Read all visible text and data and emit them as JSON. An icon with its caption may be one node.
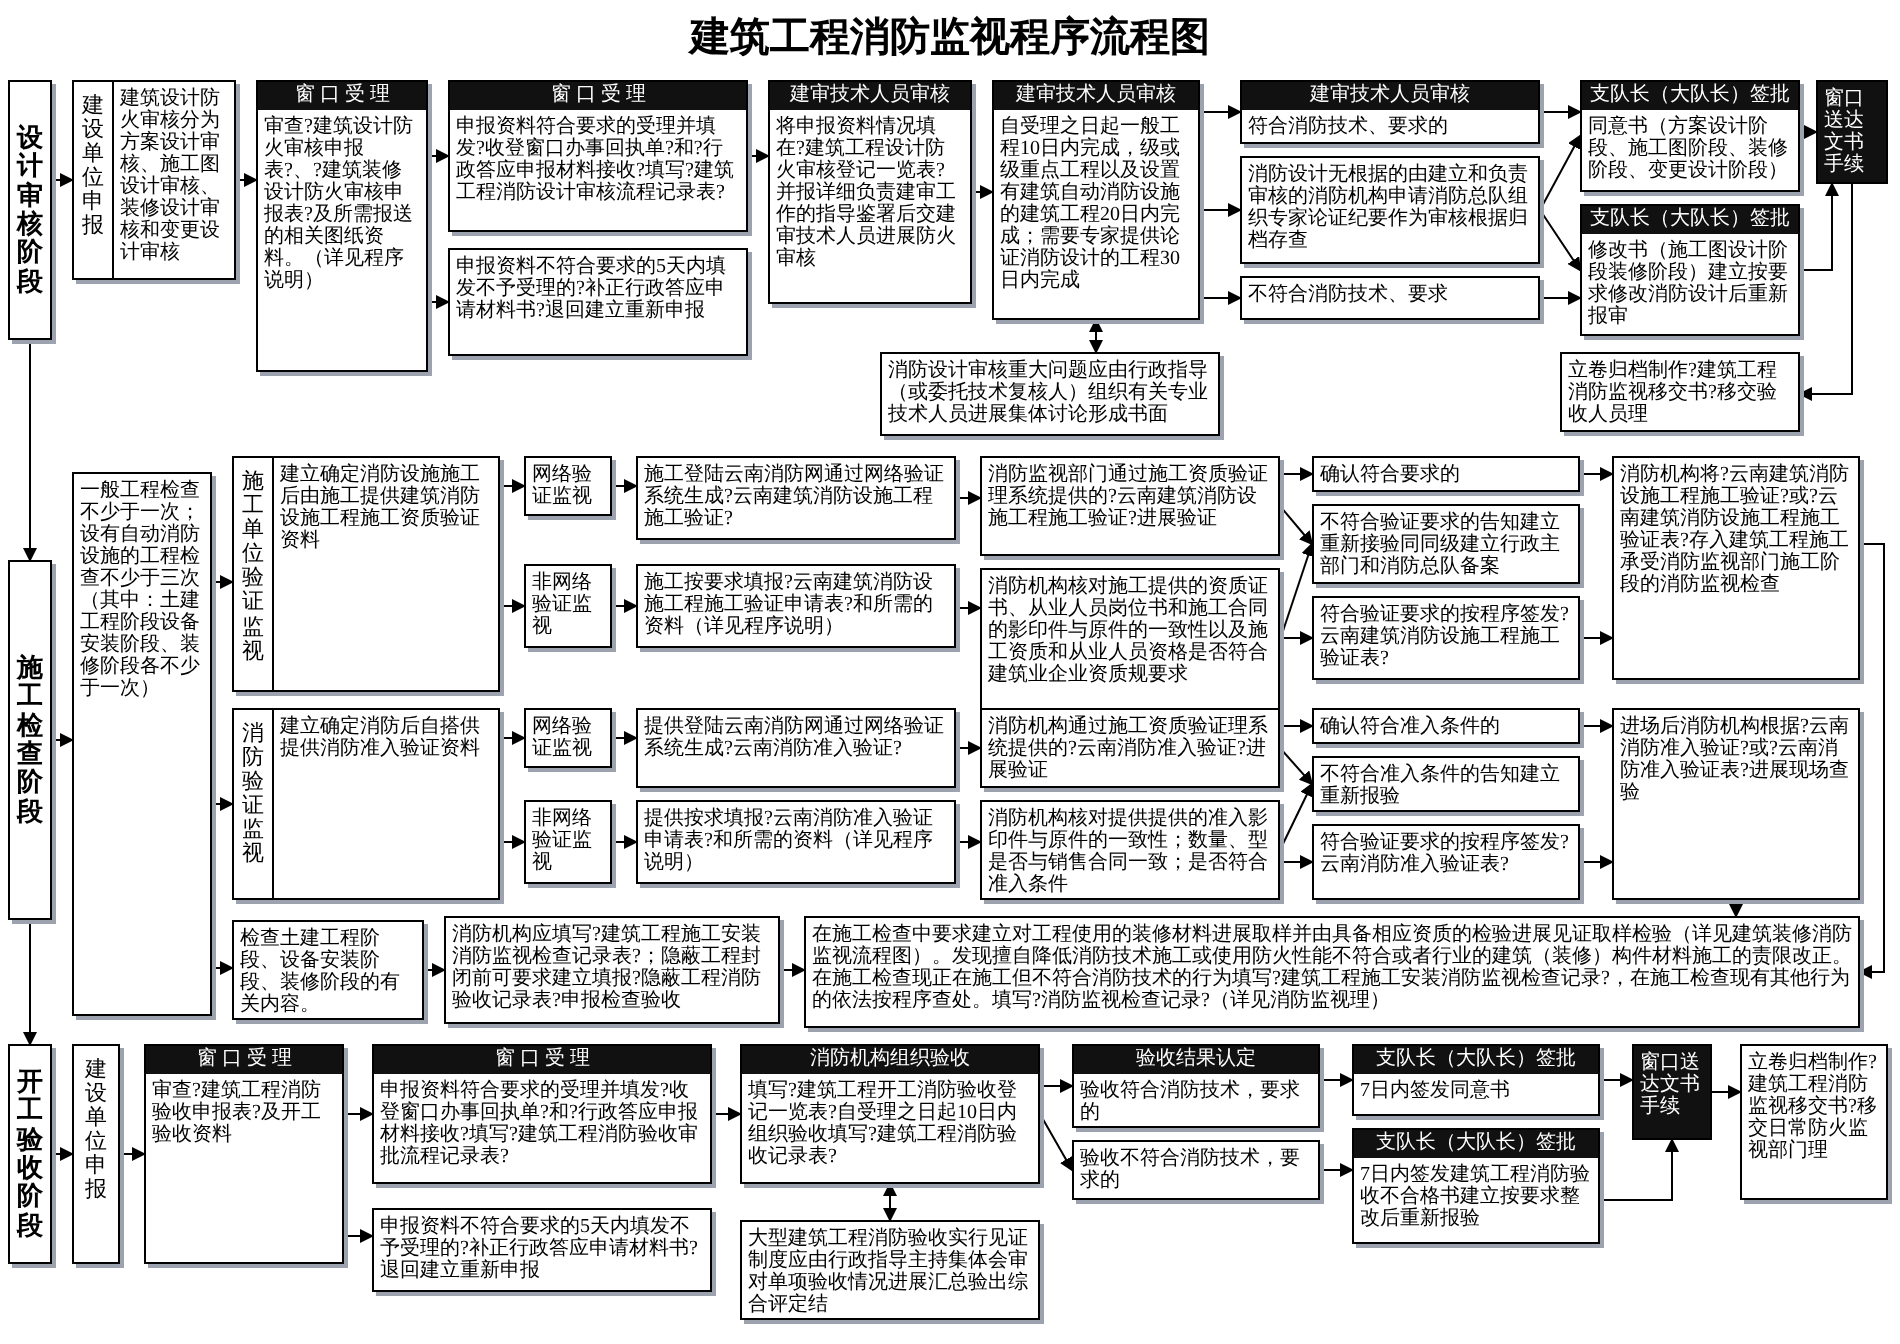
{
  "diagram": {
    "title": "建筑工程消防监视程序流程图",
    "nodes": [
      {
        "text": [
          "设计审核阶段"
        ]
      },
      {
        "text": [
          "建设单位申报",
          "建筑设计防火审核分为方案设计审核、施工图设计审核、装修设计审核和变更设计审核"
        ]
      },
      {
        "text": [
          "窗 口 受 理",
          "审查?建筑设计防火审核申报表?、?建筑装修设计防火审核申报表?及所需报送的相关图纸资料。（详见程序说明）"
        ]
      },
      {
        "text": [
          "窗 口 受 理",
          "申报资料符合要求的受理并填发?收登窗口办事回执单?和?行政答应申报材料接收?填写?建筑工程消防设计审核流程记录表?"
        ]
      },
      {
        "text": [
          "申报资料不符合要求的5天内填发不予受理的?补正行政答应申请材料书?退回建立重新申报"
        ]
      },
      {
        "text": [
          "建审技术人员审核",
          "将申报资料情况填在?建筑工程设计防火审核登记一览表?并报详细负责建审工作的指导鉴署后交建审技术人员进展防火审核"
        ]
      },
      {
        "text": [
          "建审技术人员审核",
          "自受理之日起一般工程10日内完成，级或级重点工程以及设置有建筑自动消防设施的建筑工程20日内完成；需要专家提供论证消防设计的工程30日内完成"
        ]
      },
      {
        "text": [
          "消防设计审核重大问题应由行政指导（或委托技术复核人）组织有关专业技术人员进展集体讨论形成书面"
        ]
      },
      {
        "text": [
          "建审技术人员审核",
          "符合消防技术、要求的"
        ]
      },
      {
        "text": [
          "消防设计无根据的由建立和负责审核的消防机构申请消防总队组织专家论证纪要作为审核根据归档存查"
        ]
      },
      {
        "text": [
          "不符合消防技术、要求"
        ]
      },
      {
        "text": [
          "支队长（大队长）签批",
          "同意书（方案设计阶段、施工图阶段、装修阶段、变更设计阶段）"
        ]
      },
      {
        "text": [
          "支队长（大队长）签批",
          "修改书（施工图设计阶段装修阶段）建立按要求修改消防设计后重新报审"
        ]
      },
      {
        "text": [
          "窗口送达文书手续"
        ]
      },
      {
        "text": [
          "立卷归档制作?建筑工程消防监视移交书?移交验收人员理"
        ]
      },
      {
        "text": [
          "施工检查阶段"
        ]
      },
      {
        "text": [
          "一般工程检查不少于一次；设有自动消防设施的工程检查不少于三次（其中：土建工程阶段设备安装阶段、装修阶段各不少于一次）"
        ]
      },
      {
        "text": [
          "施工单位验证监视",
          "建立确定消防设施施工后由施工提供建筑消防设施工程施工资质验证资料"
        ]
      },
      {
        "text": [
          "网络验证监视"
        ]
      },
      {
        "text": [
          "施工登陆云南消防网通过网络验证系统生成?云南建筑消防设施工程施工验证?"
        ]
      },
      {
        "text": [
          "非网络验证监视"
        ]
      },
      {
        "text": [
          "施工按要求填报?云南建筑消防设施工程施工验证申请表?和所需的资料（详见程序说明）"
        ]
      },
      {
        "text": [
          "消防监视部门通过施工资质验证理系统提供的?云南建筑消防设施工程施工验证?进展验证"
        ]
      },
      {
        "text": [
          "消防机构核对施工提供的资质证书、从业人员岗位书和施工合同的影印件与原件的一致性以及施工资质和从业人员资格是否符合建筑业企业资质规要求"
        ]
      },
      {
        "text": [
          "确认符合要求的"
        ]
      },
      {
        "text": [
          "不符合验证要求的告知建立重新接验同同级建立行政主部门和消防总队备案"
        ]
      },
      {
        "text": [
          "符合验证要求的按程序签发?云南建筑消防设施工程施工验证表?"
        ]
      },
      {
        "text": [
          "消防机构将?云南建筑消防设施工程施工验证?或?云南建筑消防设施工程施工验证表?存入建筑工程施工承受消防监视部门施工阶段的消防监视检查"
        ]
      },
      {
        "text": [
          "消防验证监视",
          "建立确定消防后自搭供提供消防准入验证资料"
        ]
      },
      {
        "text": [
          "网络验证监视"
        ]
      },
      {
        "text": [
          "提供登陆云南消防网通过网络验证系统生成?云南消防准入验证?"
        ]
      },
      {
        "text": [
          "非网络验证监视"
        ]
      },
      {
        "text": [
          "提供按求填报?云南消防准入验证申请表?和所需的资料（详见程序说明）"
        ]
      },
      {
        "text": [
          "消防机构通过施工资质验证理系统提供的?云南消防准入验证?进展验证"
        ]
      },
      {
        "text": [
          "消防机构核对提供提供的准入影印件与原件的一致性；数量、型是否与销售合同一致；是否符合准入条件"
        ]
      },
      {
        "text": [
          "确认符合准入条件的"
        ]
      },
      {
        "text": [
          "不符合准入条件的告知建立重新报验"
        ]
      },
      {
        "text": [
          "符合验证要求的按程序签发?云南消防准入验证表?"
        ]
      },
      {
        "text": [
          "进场后消防机构根据?云南消防准入验证?或?云南消防准入验证表?进展现场查验"
        ]
      },
      {
        "text": [
          "检查土建工程阶段、设备安装阶段、装修阶段的有关内容。"
        ]
      },
      {
        "text": [
          "消防机构应填写?建筑工程施工安装消防监视检查记录表?；隐蔽工程封闭前可要求建立填报?隐蔽工程消防验收记录表?申报检查验收"
        ]
      },
      {
        "text": [
          "在施工检查中要求建立对工程使用的装修材料进展取样并由具备相应资质的检验进展见证取样检验（详见建筑装修消防监视流程图）。发现擅自降低消防技术施工或使用防火性能不符合或者行业的建筑（装修）构件材料施工的责限改正。在施工检查现正在施工但不符合消防技术的行为填写?建筑工程施工安装消防监视检查记录?，在施工检查现有其他行为的依法按程序查处。填写?消防监视检查记录?（详见消防监视理）"
        ]
      },
      {
        "text": [
          "开工验收阶段"
        ]
      },
      {
        "text": [
          "建设单位申报"
        ]
      },
      {
        "text": [
          "窗 口 受 理",
          "审查?建筑工程消防验收申报表?及开工验收资料"
        ]
      },
      {
        "text": [
          "窗 口 受 理",
          "申报资料符合要求的受理并填发?收登窗口办事回执单?和?行政答应申报材料接收?填写?建筑工程消防验收审批流程记录表?"
        ]
      },
      {
        "text": [
          "申报资料不符合要求的5天内填发不予受理的?补正行政答应申请材料书?退回建立重新申报"
        ]
      },
      {
        "text": [
          "消防机构组织验收",
          "填写?建筑工程开工消防验收登记一览表?自受理之日起10日内组织验收填写?建筑工程消防验收记录表?"
        ]
      },
      {
        "text": [
          "大型建筑工程消防验收实行见证制度应由行政指导主持集体会审对单项验收情况进展汇总验出综合评定结"
        ]
      },
      {
        "text": [
          "验收结果认定",
          "验收符合消防技术，要求的"
        ]
      },
      {
        "text": [
          "验收不符合消防技术，要求的"
        ]
      },
      {
        "text": [
          "支队长（大队长）签批",
          "7日内签发同意书"
        ]
      },
      {
        "text": [
          "支队长（大队长）签批",
          "7日内签发建筑工程消防验收不合格书建立按要求整改后重新报验"
        ]
      },
      {
        "text": [
          "窗口送达文书手续"
        ]
      },
      {
        "text": [
          "立卷归档制作?建筑工程消防监视移交书?移交日常防火监视部门理"
        ]
      }
    ],
    "edges": [
      {
        "from": 0,
        "to": 1,
        "arrow": "to"
      },
      {
        "from": 1,
        "to": 2,
        "arrow": "to"
      },
      {
        "from": 2,
        "to": 3,
        "arrow": "to"
      },
      {
        "from": 2,
        "to": 4,
        "arrow": "to"
      },
      {
        "from": 3,
        "to": 5,
        "arrow": "to"
      },
      {
        "from": 5,
        "to": 6,
        "arrow": "to"
      },
      {
        "from": 6,
        "to": 7,
        "arrow": "both"
      },
      {
        "from": 6,
        "to": 8,
        "arrow": "to"
      },
      {
        "from": 6,
        "to": 9,
        "arrow": "to"
      },
      {
        "from": 6,
        "to": 10,
        "arrow": "to"
      },
      {
        "from": 8,
        "to": 11,
        "arrow": "to"
      },
      {
        "from": 9,
        "to": 11,
        "arrow": "to"
      },
      {
        "from": 9,
        "to": 12,
        "arrow": "to"
      },
      {
        "from": 10,
        "to": 12,
        "arrow": "to"
      },
      {
        "from": 11,
        "to": 13,
        "arrow": "to"
      },
      {
        "from": 12,
        "to": 13,
        "arrow": "to"
      },
      {
        "from": 13,
        "to": 14,
        "arrow": "to"
      },
      {
        "from": 0,
        "to": 15,
        "arrow": "to"
      },
      {
        "from": 15,
        "to": 16,
        "arrow": "to"
      },
      {
        "from": 16,
        "to": 17,
        "arrow": "to"
      },
      {
        "from": 16,
        "to": 28,
        "arrow": "to"
      },
      {
        "from": 16,
        "to": 39,
        "arrow": "to"
      },
      {
        "from": 17,
        "to": 18,
        "arrow": "to"
      },
      {
        "from": 17,
        "to": 20,
        "arrow": "to"
      },
      {
        "from": 18,
        "to": 19,
        "arrow": "to"
      },
      {
        "from": 20,
        "to": 21,
        "arrow": "to"
      },
      {
        "from": 19,
        "to": 22,
        "arrow": "to"
      },
      {
        "from": 21,
        "to": 23,
        "arrow": "to"
      },
      {
        "from": 22,
        "to": 24,
        "arrow": "to"
      },
      {
        "from": 22,
        "to": 25,
        "arrow": "to"
      },
      {
        "from": 23,
        "to": 25,
        "arrow": "to"
      },
      {
        "from": 23,
        "to": 26,
        "arrow": "to"
      },
      {
        "from": 24,
        "to": 27,
        "arrow": "to"
      },
      {
        "from": 26,
        "to": 27,
        "arrow": "to"
      },
      {
        "from": 28,
        "to": 29,
        "arrow": "to"
      },
      {
        "from": 28,
        "to": 31,
        "arrow": "to"
      },
      {
        "from": 29,
        "to": 30,
        "arrow": "to"
      },
      {
        "from": 31,
        "to": 32,
        "arrow": "to"
      },
      {
        "from": 30,
        "to": 33,
        "arrow": "to"
      },
      {
        "from": 32,
        "to": 34,
        "arrow": "to"
      },
      {
        "from": 33,
        "to": 35,
        "arrow": "to"
      },
      {
        "from": 33,
        "to": 36,
        "arrow": "to"
      },
      {
        "from": 34,
        "to": 36,
        "arrow": "to"
      },
      {
        "from": 34,
        "to": 37,
        "arrow": "to"
      },
      {
        "from": 35,
        "to": 38,
        "arrow": "to"
      },
      {
        "from": 37,
        "to": 38,
        "arrow": "to"
      },
      {
        "from": 39,
        "to": 40,
        "arrow": "to"
      },
      {
        "from": 40,
        "to": 41,
        "arrow": "to"
      },
      {
        "from": 38,
        "to": 41,
        "arrow": "to"
      },
      {
        "from": 27,
        "to": 41,
        "arrow": "to"
      },
      {
        "from": 15,
        "to": 42,
        "arrow": "to"
      },
      {
        "from": 42,
        "to": 43,
        "arrow": "to"
      },
      {
        "from": 43,
        "to": 44,
        "arrow": "to"
      },
      {
        "from": 44,
        "to": 45,
        "arrow": "to"
      },
      {
        "from": 44,
        "to": 46,
        "arrow": "to"
      },
      {
        "from": 45,
        "to": 47,
        "arrow": "to"
      },
      {
        "from": 47,
        "to": 48,
        "arrow": "both"
      },
      {
        "from": 47,
        "to": 49,
        "arrow": "to"
      },
      {
        "from": 47,
        "to": 50,
        "arrow": "to"
      },
      {
        "from": 49,
        "to": 51,
        "arrow": "to"
      },
      {
        "from": 50,
        "to": 52,
        "arrow": "to"
      },
      {
        "from": 51,
        "to": 53,
        "arrow": "to"
      },
      {
        "from": 52,
        "to": 53,
        "arrow": "to"
      },
      {
        "from": 53,
        "to": 54,
        "arrow": "to"
      }
    ]
  }
}
